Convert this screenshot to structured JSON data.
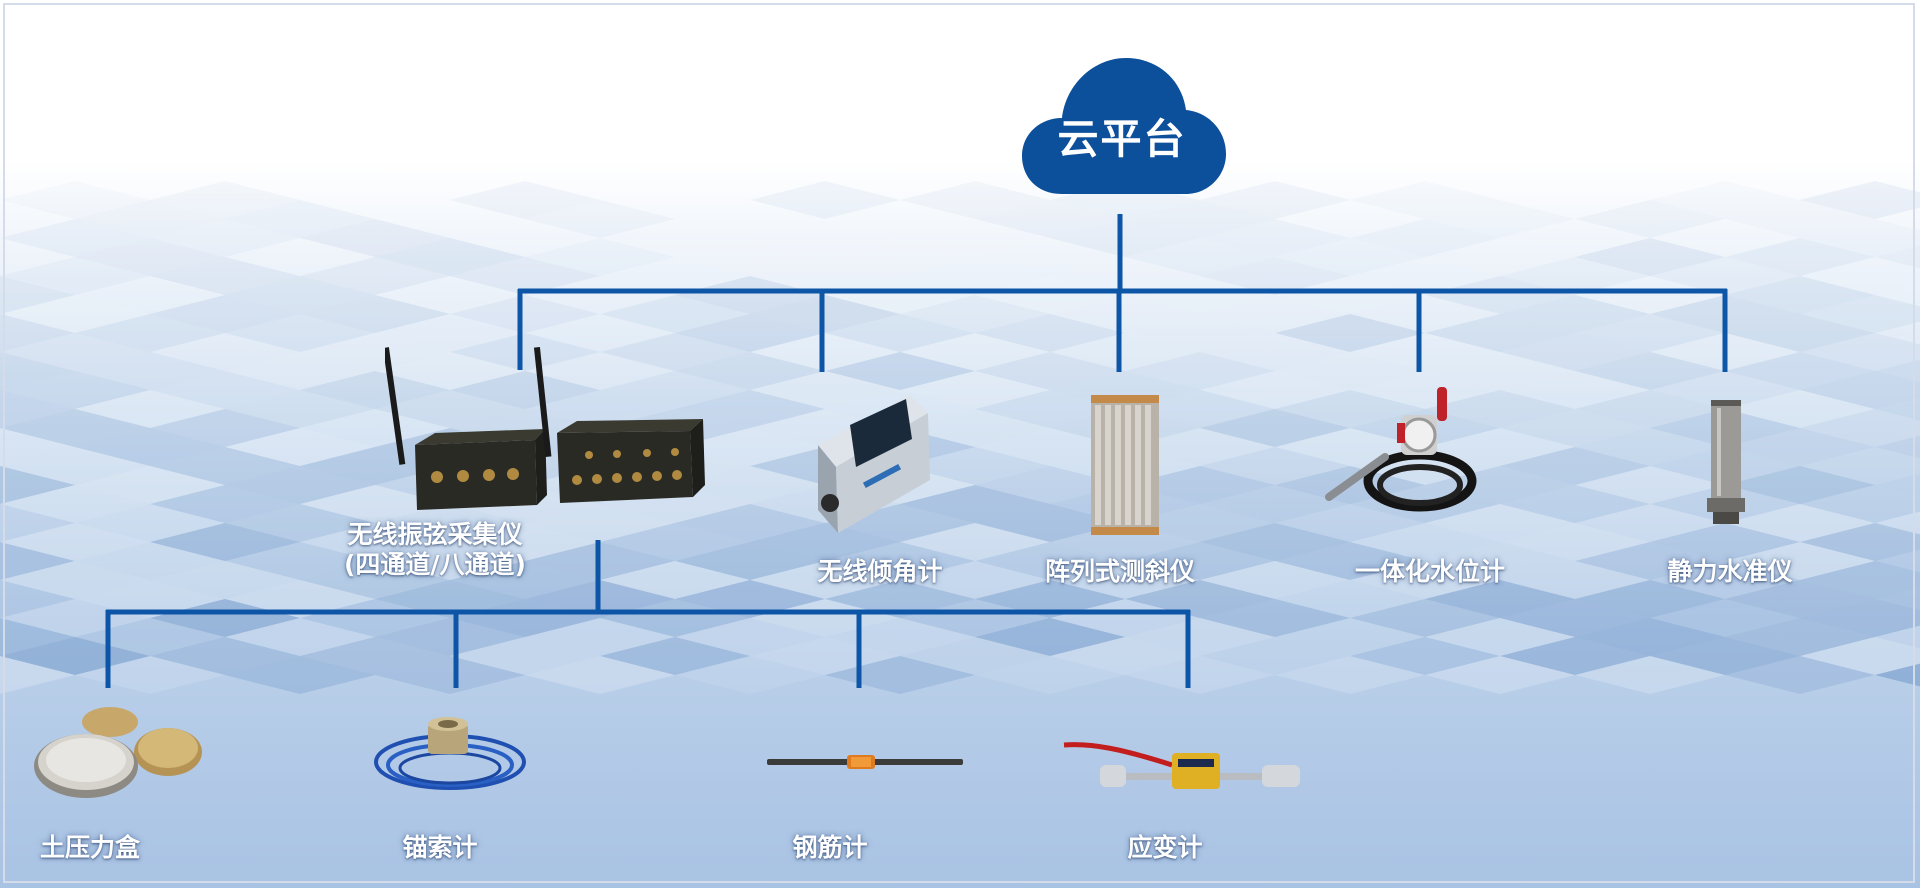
{
  "cloud": {
    "label": "云平台",
    "color": "#0c4f9a"
  },
  "line_color": "#0d55a6",
  "top_devices": [
    {
      "label_line1": "无线振弦采集仪",
      "label_line2": "(四通道/八通道)"
    },
    {
      "label": "无线倾角计"
    },
    {
      "label": "阵列式测斜仪"
    },
    {
      "label": "一体化水位计"
    },
    {
      "label": "静力水准仪"
    }
  ],
  "sensors": [
    {
      "label": "土压力盒"
    },
    {
      "label": "锚索计"
    },
    {
      "label": "钢筋计"
    },
    {
      "label": "应变计"
    }
  ]
}
